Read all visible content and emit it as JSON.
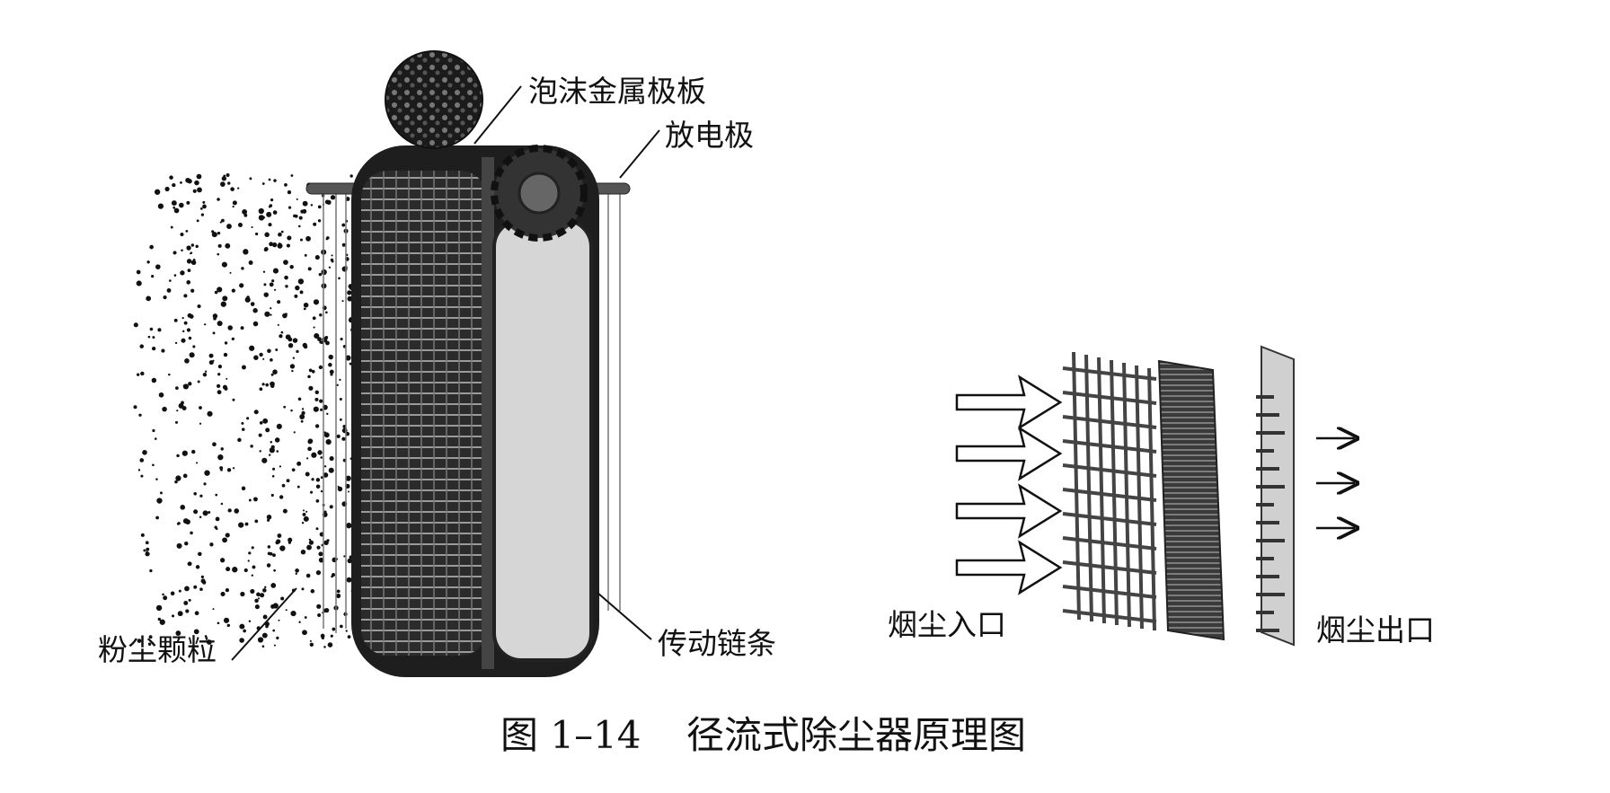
{
  "labels": {
    "foam_metal_plate": "泡沫金属极板",
    "discharge_electrode": "放电极",
    "dust_particles": "粉尘颗粒",
    "drive_chain": "传动链条",
    "flue_inlet": "烟尘入口",
    "flue_outlet": "烟尘出口"
  },
  "caption": {
    "number": "图 1–14",
    "title": "径流式除尘器原理图"
  },
  "colors": {
    "ink": "#111111",
    "plate_dark": "#2a2a2a",
    "panel_light": "#d8d8d8"
  }
}
